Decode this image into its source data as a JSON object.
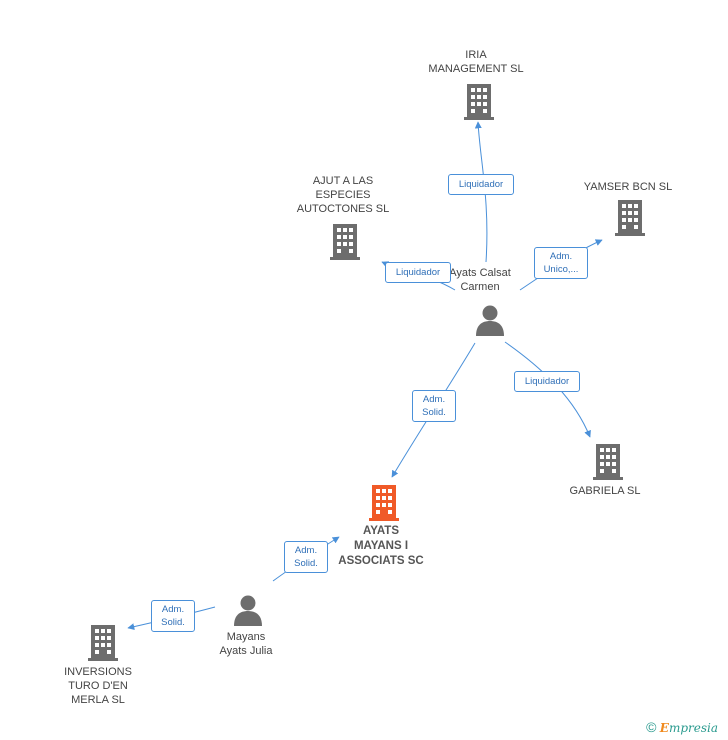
{
  "nodes": {
    "iria": "IRIA\nMANAGEMENT SL",
    "ajut": "AJUT A LAS\nESPECIES\nAUTOCTONES SL",
    "yamser": "YAMSER BCN SL",
    "calsat": "Ayats Calsat\nCarmen",
    "gabriela": "GABRIELA SL",
    "ayats_mayans": "AYATS\nMAYANS I\nASSOCIATS SC",
    "julia": "Mayans\nAyats Julia",
    "inversions": "INVERSIONS\nTURO D'EN\nMERLA SL"
  },
  "relations": {
    "iria": "Liquidador",
    "ajut": "Liquidador",
    "yamser": "Adm.\nUnico,...",
    "gabriela": "Liquidador",
    "ayats_mayans": "Adm.\nSolid.",
    "julia_to_ayats": "Adm.\nSolid.",
    "julia_to_inversions": "Adm.\nSolid."
  },
  "colors": {
    "building": "#6d6d6d",
    "building_main": "#f05a28",
    "person": "#6d6d6d",
    "edge": "#4a90d9"
  },
  "footer": {
    "copyright": "©",
    "brand_e": "E",
    "brand_rest": "mpresia"
  }
}
